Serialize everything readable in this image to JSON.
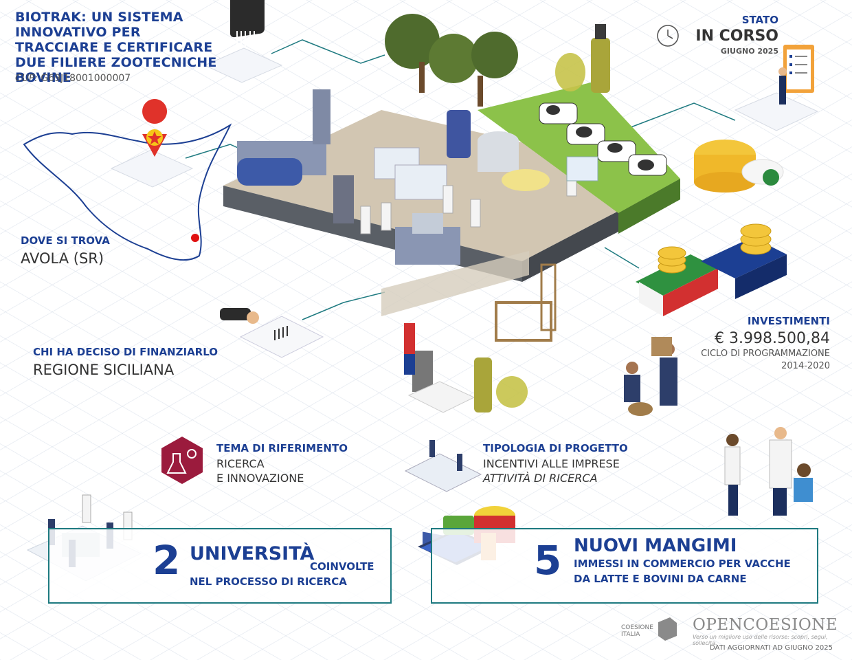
{
  "project": {
    "title": "BIOTRAK: UN SISTEMA INNOVATIVO PER TRACCIARE E CERTIFICARE DUE FILIERE ZOOTECNICHE BOVINE",
    "cup_label": "CUP:",
    "cup_value": "G69J18001000007"
  },
  "status": {
    "label": "STATO",
    "value": "IN CORSO",
    "date": "GIUGNO 2025"
  },
  "location": {
    "label": "DOVE SI TROVA",
    "value": "AVOLA (SR)"
  },
  "funder": {
    "label": "CHI HA DECISO DI FINANZIARLO",
    "value": "REGIONE SICILIANA"
  },
  "investment": {
    "label": "INVESTIMENTI",
    "value": "€ 3.998.500,84",
    "cycle_label": "CICLO DI PROGRAMMAZIONE",
    "cycle_years": "2014-2020"
  },
  "theme": {
    "label": "TEMA DI RIFERIMENTO",
    "line1": "RICERCA",
    "line2": "E INNOVAZIONE"
  },
  "project_type": {
    "label": "TIPOLOGIA DI PROGETTO",
    "line1": "INCENTIVI ALLE IMPRESE",
    "line2": "ATTIVITÀ DI RICERCA"
  },
  "kpi_universities": {
    "number": "2",
    "word": "UNIVERSITÀ",
    "suffix": "COINVOLTE",
    "line2": "NEL PROCESSO DI RICERCA"
  },
  "kpi_feeds": {
    "number": "5",
    "word": "NUOVI MANGIMI",
    "line1": "IMMESSI IN COMMERCIO PER VACCHE",
    "line2": "DA LATTE E BOVINI DA CARNE"
  },
  "footer": {
    "coesione": "COESIONE ITALIA",
    "opencoesione": "OPENCOESIONE",
    "tagline": "Verso un migliore uso delle risorse: scopri, segui, sollecita.",
    "updated": "DATI AGGIORNATI AD GIUGNO 2025"
  },
  "colors": {
    "primary_blue": "#1c3f93",
    "teal_line": "#1e7a80",
    "theme_badge": "#9b1b3d"
  },
  "icons": [
    "barcode-card-icon",
    "map-pin-star-icon",
    "clock-icon",
    "clipboard-checklist-icon",
    "signature-document-icon",
    "flask-gear-icon",
    "euro-coins-icon"
  ]
}
